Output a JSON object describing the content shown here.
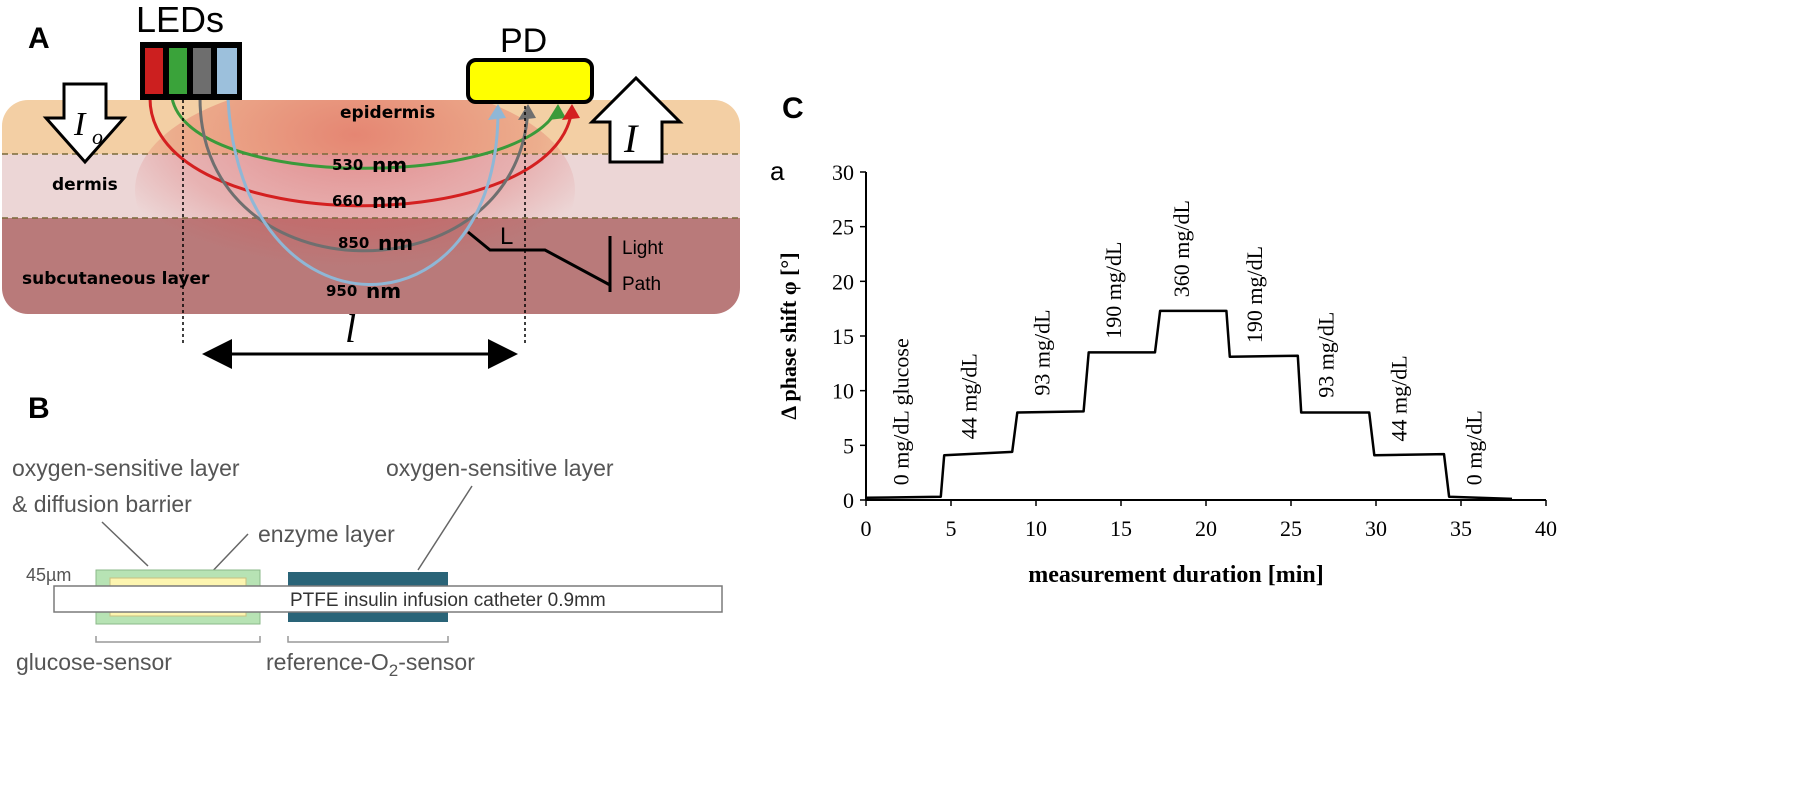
{
  "panel_a": {
    "panel_label": "A",
    "leds_label": "LEDs",
    "pd_label": "PD",
    "incident_intensity": "I",
    "incident_subscript": "o",
    "transmitted_intensity": "I",
    "layers": {
      "epidermis": "epidermis",
      "dermis": "dermis",
      "subcutaneous": "subcutaneous layer"
    },
    "wavelengths": [
      {
        "value": "530",
        "unit": "nm",
        "color": "#3a9a3a"
      },
      {
        "value": "660",
        "unit": "nm",
        "color": "#d42020"
      },
      {
        "value": "850",
        "unit": "nm",
        "color": "#6f6f6f"
      },
      {
        "value": "950",
        "unit": "nm",
        "color": "#8fb7d6"
      }
    ],
    "path_letter": "L",
    "light_path_label": [
      "Light",
      "Path"
    ],
    "distance_label": "l",
    "colors": {
      "epidermis": "#f3cfa4",
      "dermis": "#ecd6d6",
      "subcutaneous": "#b97a7a",
      "pd": "#ffff00",
      "led_red": "#cc1f1f",
      "led_green": "#3aa33a",
      "led_gray": "#6e6e6e",
      "led_blue": "#9cc0dc"
    }
  },
  "panel_b": {
    "panel_label": "B",
    "labels": {
      "oxygen_layer_left": [
        "oxygen-sensitive layer",
        "& diffusion barrier"
      ],
      "enzyme_layer": "enzyme layer",
      "oxygen_layer_right": "oxygen-sensitive layer",
      "thickness": "45µm",
      "catheter": "PTFE insulin infusion catheter  0.9mm",
      "glucose_sensor": "glucose-sensor",
      "reference_sensor_prefix": "reference-O",
      "reference_sensor_sub": "2",
      "reference_sensor_suffix": "-sensor"
    },
    "colors": {
      "outer_layer": "#b7e3b4",
      "enzyme": "#fdf5b0",
      "reference": "#2a6478"
    }
  },
  "panel_c": {
    "panel_label": "C",
    "sub_label": "a"
  },
  "chart_data": {
    "type": "line",
    "title": "",
    "xlabel": "measurement duration [min]",
    "ylabel": "Δ phase shift φ [°]",
    "xlim": [
      0,
      40
    ],
    "ylim": [
      0,
      30
    ],
    "x_ticks": [
      0,
      5,
      10,
      15,
      20,
      25,
      30,
      35,
      40
    ],
    "y_ticks": [
      0,
      5,
      10,
      15,
      20,
      25,
      30
    ],
    "grid": false,
    "series": [
      {
        "x": [
          0,
          4.4,
          4.6,
          8.6,
          8.9,
          12.8,
          13.1,
          17.0,
          17.3,
          21.2,
          21.4,
          25.4,
          25.6,
          29.6,
          29.9,
          34.0,
          34.3,
          38.0
        ],
        "y": [
          0.2,
          0.3,
          4.1,
          4.4,
          8.0,
          8.1,
          13.5,
          13.5,
          17.3,
          17.3,
          13.1,
          13.2,
          8.0,
          8.0,
          4.1,
          4.2,
          0.3,
          0.1
        ]
      }
    ],
    "annotations": [
      {
        "x": 2.5,
        "y": 0.8,
        "text": "0 mg/dL glucose"
      },
      {
        "x": 6.5,
        "y": 5.0,
        "text": "44 mg/dL"
      },
      {
        "x": 10.8,
        "y": 9.0,
        "text": "93 mg/dL"
      },
      {
        "x": 15.0,
        "y": 14.2,
        "text": "190 mg/dL"
      },
      {
        "x": 19.0,
        "y": 18.0,
        "text": "360 mg/dL"
      },
      {
        "x": 23.3,
        "y": 13.8,
        "text": "190 mg/dL"
      },
      {
        "x": 27.5,
        "y": 8.8,
        "text": "93 mg/dL"
      },
      {
        "x": 31.8,
        "y": 4.8,
        "text": "44 mg/dL"
      },
      {
        "x": 36.2,
        "y": 0.8,
        "text": "0 mg/dL"
      }
    ]
  }
}
